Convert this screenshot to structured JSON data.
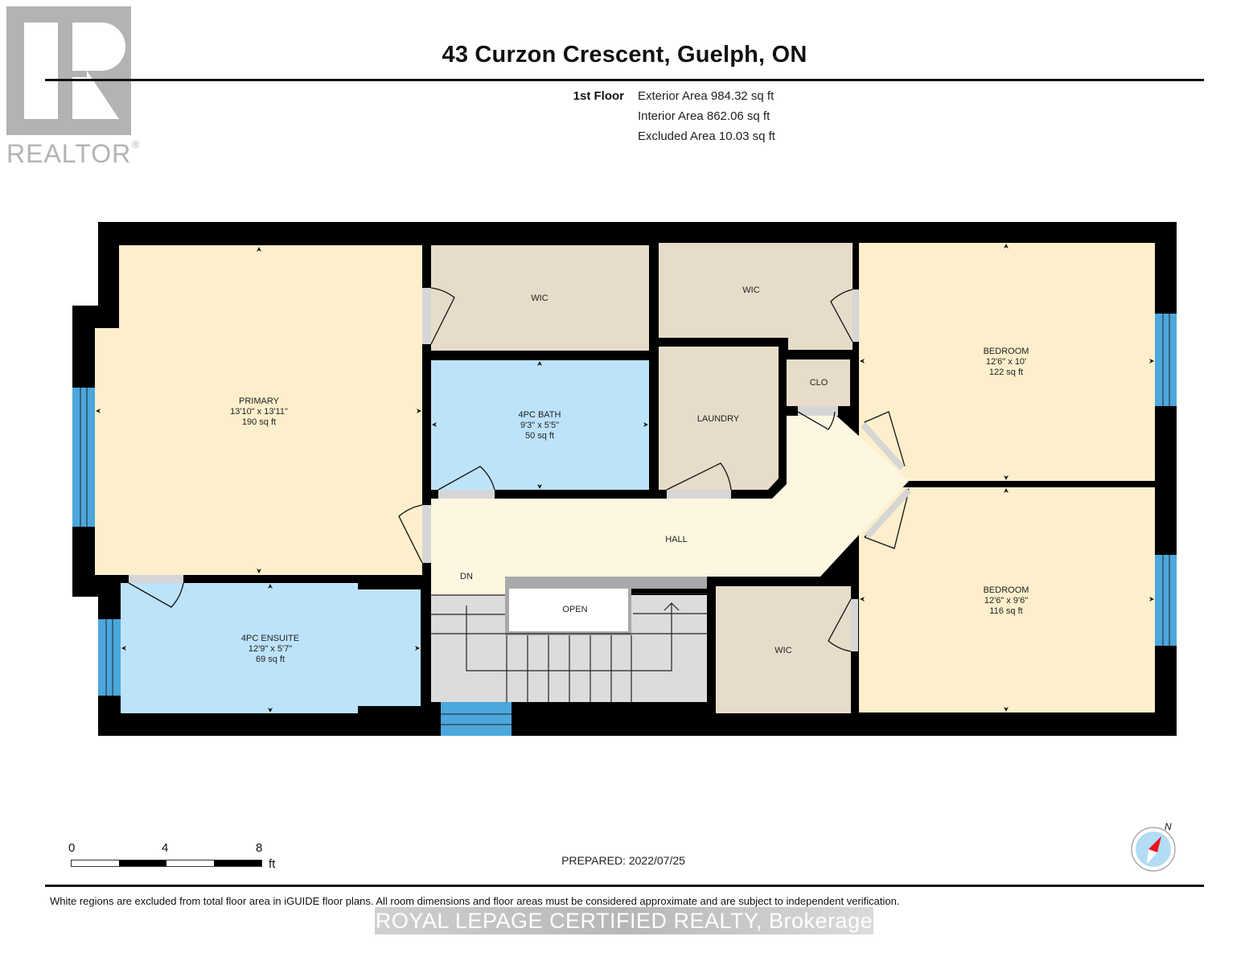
{
  "header": {
    "title": "43 Curzon Crescent, Guelph, ON",
    "floor_label": "1st Floor",
    "areas": [
      {
        "label": "Exterior Area 984.32 sq ft"
      },
      {
        "label": "Interior Area 862.06 sq ft"
      },
      {
        "label": "Excluded Area 10.03 sq ft"
      }
    ]
  },
  "logo": {
    "text": "REALTOR",
    "reg_mark": "®",
    "icon": "realtor-r-icon"
  },
  "colors": {
    "wall": "#000000",
    "bedroom_fill": "#fdefcc",
    "hall_fill": "#fdf6e1",
    "bath_fill": "#bde3fb",
    "closet_fill": "#e6dcc9",
    "stairs_fill": "#dcdcdc",
    "window": "#4ba7dc",
    "door_opening": "#d6d6d6",
    "compass_bg": "#b3dcf5",
    "compass_needle": "#e8141c"
  },
  "rooms": {
    "primary": {
      "name": "PRIMARY",
      "dims": "13'10\" x 13'11\"",
      "area": "190 sq ft"
    },
    "wic1": {
      "name": "WIC"
    },
    "wic2": {
      "name": "WIC"
    },
    "wic3": {
      "name": "WIC"
    },
    "bath": {
      "name": "4PC BATH",
      "dims": "9'3\" x 5'5\"",
      "area": "50 sq ft"
    },
    "laundry": {
      "name": "LAUNDRY"
    },
    "clo": {
      "name": "CLO"
    },
    "bedroom1": {
      "name": "BEDROOM",
      "dims": "12'6\" x 10'",
      "area": "122 sq ft"
    },
    "bedroom2": {
      "name": "BEDROOM",
      "dims": "12'6\" x 9'6\"",
      "area": "116 sq ft"
    },
    "hall": {
      "name": "HALL"
    },
    "dn": {
      "name": "DN"
    },
    "open": {
      "name": "OPEN"
    },
    "ensuite": {
      "name": "4PC ENSUITE",
      "dims": "12'9\" x 5'7\"",
      "area": "69 sq ft"
    }
  },
  "scale": {
    "ticks": [
      "0",
      "4",
      "8"
    ],
    "unit": "ft"
  },
  "compass": {
    "label": "N"
  },
  "footer": {
    "prepared": "PREPARED: 2022/07/25",
    "disclaimer": "White regions are excluded from total floor area in iGUIDE floor plans. All room dimensions and floor areas must be considered approximate and are subject to independent verification.",
    "watermark": "ROYAL LEPAGE CERTIFIED REALTY, Brokerage"
  }
}
